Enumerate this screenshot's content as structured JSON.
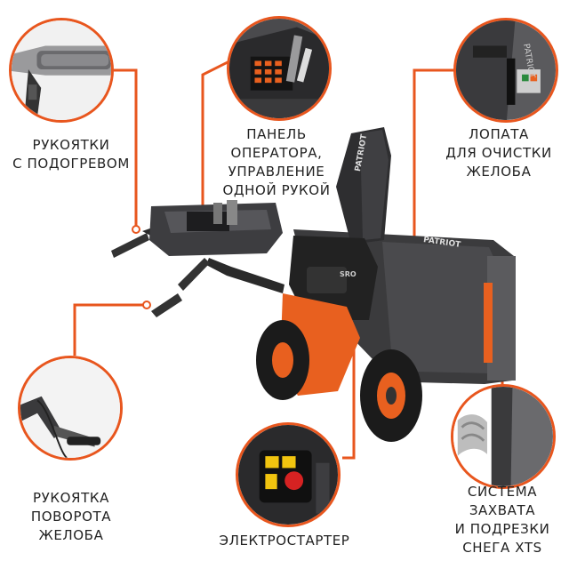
{
  "accent_color": "#e8561e",
  "labels": {
    "heated_handles": "Рукоятки\nс подогревом",
    "operator_panel": "Панель\nоператора,\nуправление\nодной рукой",
    "chute_shovel": "Лопата\nдля очистки\nжелоба",
    "chute_rotation": "Рукоятка\nповорота\nжелоба",
    "electric_starter": "Электростартер",
    "xts_system": "Система\nзахвата\nи подрезки\nснега XTS"
  },
  "brand": {
    "chute_logo": "PATRIOT",
    "auger_logo": "PATRIOT",
    "engine_badge": "SRO",
    "shovel_text": "PATRIOT"
  },
  "icons": [
    "heated-handle-icon",
    "control-panel-icon",
    "chute-shovel-icon",
    "chute-crank-icon",
    "starter-button-icon",
    "xts-blade-icon"
  ]
}
